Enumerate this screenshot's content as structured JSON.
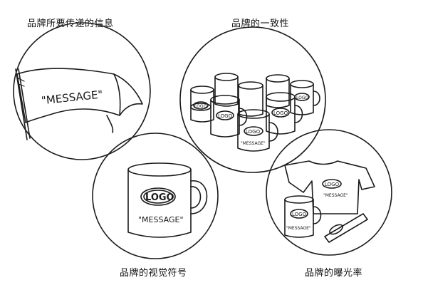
{
  "captions": {
    "brand_message": "品牌所要传递的信息",
    "brand_consistency": "品牌的一致性",
    "brand_visual_symbol": "品牌的视觉符号",
    "brand_exposure": "品牌的曝光率"
  },
  "flag": {
    "message": "\"MESSAGE\""
  },
  "mug_big": {
    "logo": "LOGO",
    "message": "\"MESSAGE\""
  },
  "mugs_group": {
    "logo": "LOGO",
    "message": "\"MESSAGE\""
  },
  "merch": {
    "logo": "LOGO",
    "message": "\"MESSAGE\""
  },
  "colors": {
    "ink": "#1a1a1a",
    "paper": "#ffffff"
  }
}
